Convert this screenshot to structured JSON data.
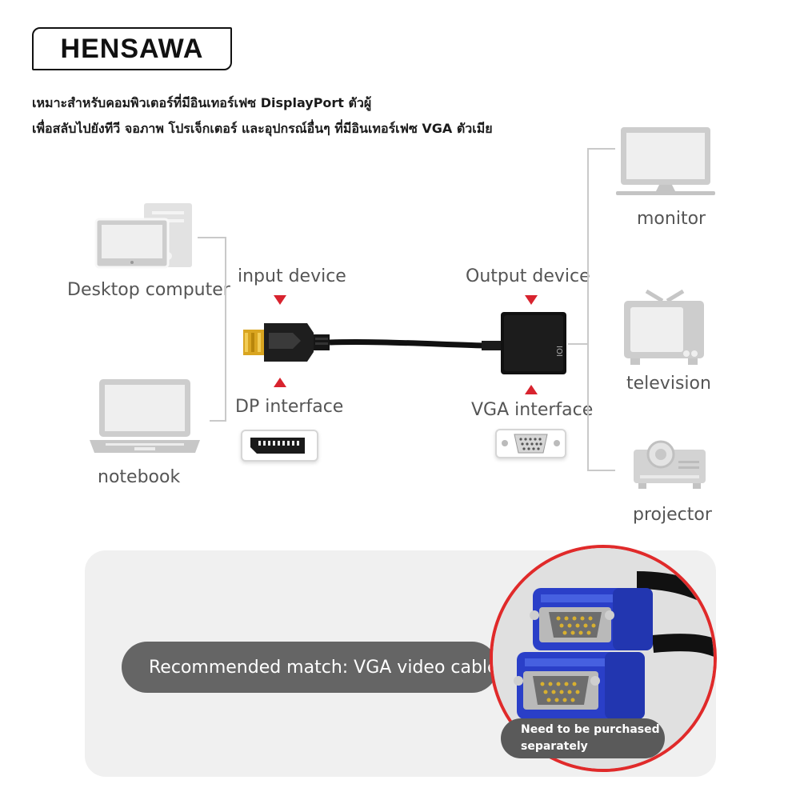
{
  "brand": {
    "name": "HENSAWA"
  },
  "tagline": {
    "line1": "เหมาะสำหรับคอมพิวเตอร์ที่มีอินเทอร์เฟซ DisplayPort ตัวผู้",
    "line2": "เพื่อสลับไปยังทีวี จอภาพ โปรเจ็กเตอร์ และอุปกรณ์อื่นๆ ที่มีอินเทอร์เฟซ VGA ตัวเมีย"
  },
  "inputs": {
    "desktop": "Desktop computer",
    "notebook": "notebook"
  },
  "adapter": {
    "input_label": "input device",
    "output_label": "Output device",
    "dp_label": "DP interface",
    "vga_label": "VGA interface"
  },
  "outputs": {
    "monitor": "monitor",
    "television": "television",
    "projector": "projector"
  },
  "promo": {
    "recommendation": "Recommended match: VGA video cable",
    "note": "Need to be purchased separately"
  },
  "colors": {
    "accent": "#d8232e",
    "icon_gray": "#cfcfcf",
    "vga_blue": "#2a3fc8"
  }
}
